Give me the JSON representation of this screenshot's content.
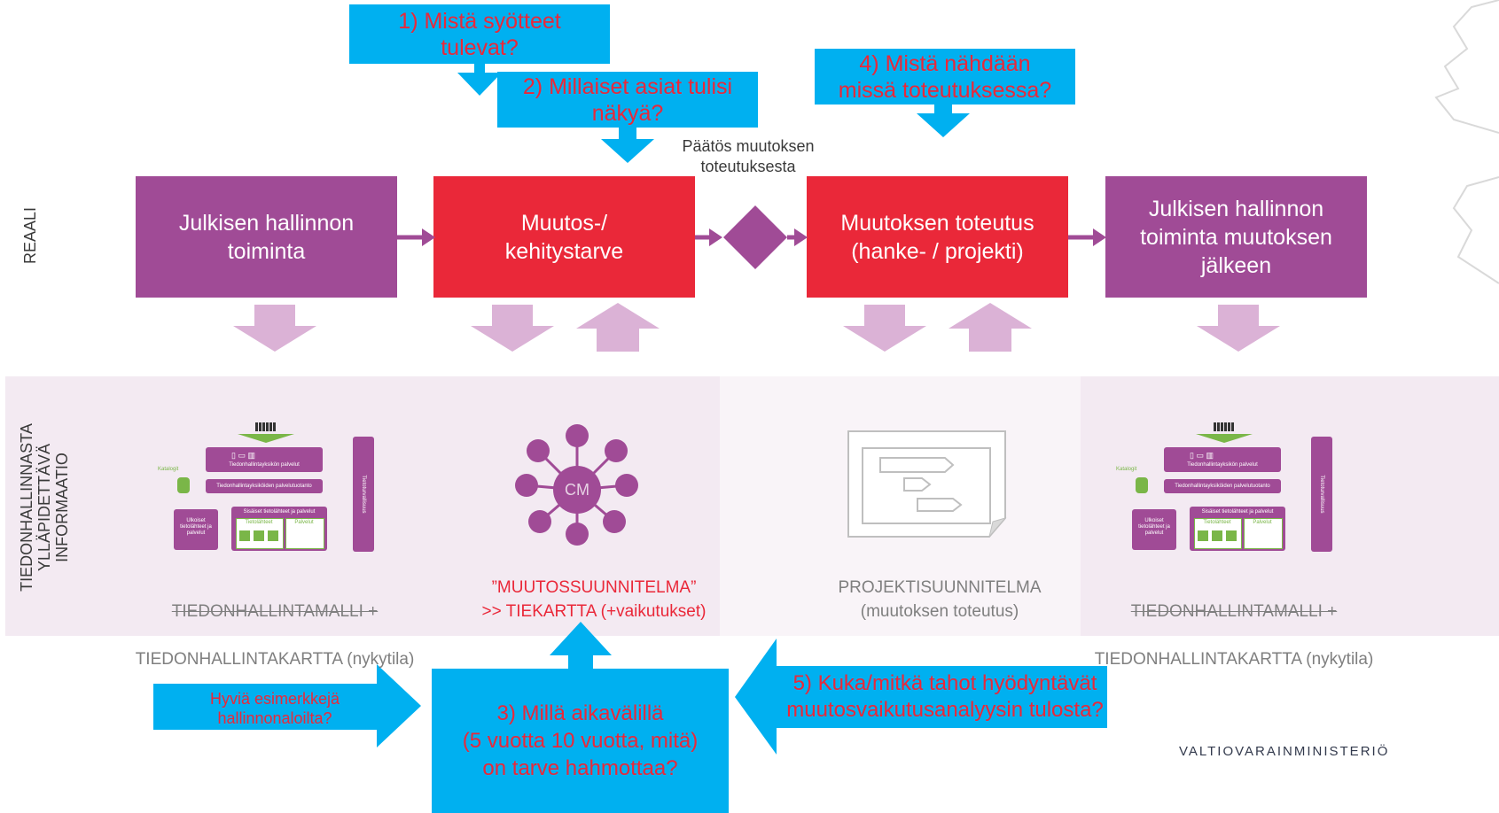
{
  "side_labels": {
    "reaali": "REAALI",
    "info": "TIEDONHALLINNASTA\nYLLÄPIDETTÄVÄ\nINFORMAATIO"
  },
  "process": {
    "box1": "Julkisen hallinnon\ntoiminta",
    "box2": "Muutos-/\nkehitystarve",
    "decision_label": "Päätös muutoksen\ntoteutuksesta",
    "box3": "Muutoksen toteutus\n(hanke- / projekti)",
    "box4": "Julkisen hallinnon\ntoiminta muutoksen\njälkeen"
  },
  "callouts": {
    "q1": "1) Mistä syötteet\ntulevat?",
    "q2": "2) Millaiset asiat tulisi\nnäkyä?",
    "q4": "4) Mistä nähdään\nmissä toteutuksessa?",
    "q3": "3) Millä aikavälillä\n(5 vuotta 10 vuotta, mitä)\non tarve hahmottaa?",
    "q5": "5) Kuka/mitkä tahot hyödyntävät\nmuutosvaikutusanalyysin tulosta?",
    "examples": "Hyviä esimerkkejä\nhallinnonaloilta?"
  },
  "captions": {
    "c1_strike": "TIEDONHALLINTAMALLI +",
    "c1_rest": "TIEDONHALLINTAKARTTA (nykytila)",
    "c2": "”MUUTOSSUUNNITELMA”\n>> TIEKARTTA (+vaikutukset)",
    "c3": "PROJEKTISUUNNITELMA\n(muutoksen toteutus)",
    "c4_strike": "TIEDONHALLINTAMALLI +",
    "c4_rest": "TIEDONHALLINTAKARTTA (nykytila)"
  },
  "cm_label": "CM",
  "mini_model": {
    "services": "Tiedonhallintayksikön palvelut",
    "production": "Tiedonhallintayksiköiden palvelutuotanto",
    "catalog": "Katalogit",
    "external": "Ulkoiset tietolähteet ja palvelut",
    "internal": "Sisäiset tietolähteet ja palvelut",
    "sources": "Tietolähteet",
    "services_small": "Palvelut",
    "security": "Tietoturvallisuus"
  },
  "ministry": "VALTIOVARAINMINISTERIÖ",
  "colors": {
    "purple": "#a04b96",
    "red": "#ea2839",
    "blue": "#00b0f0",
    "pink": "#dbb2d6"
  }
}
